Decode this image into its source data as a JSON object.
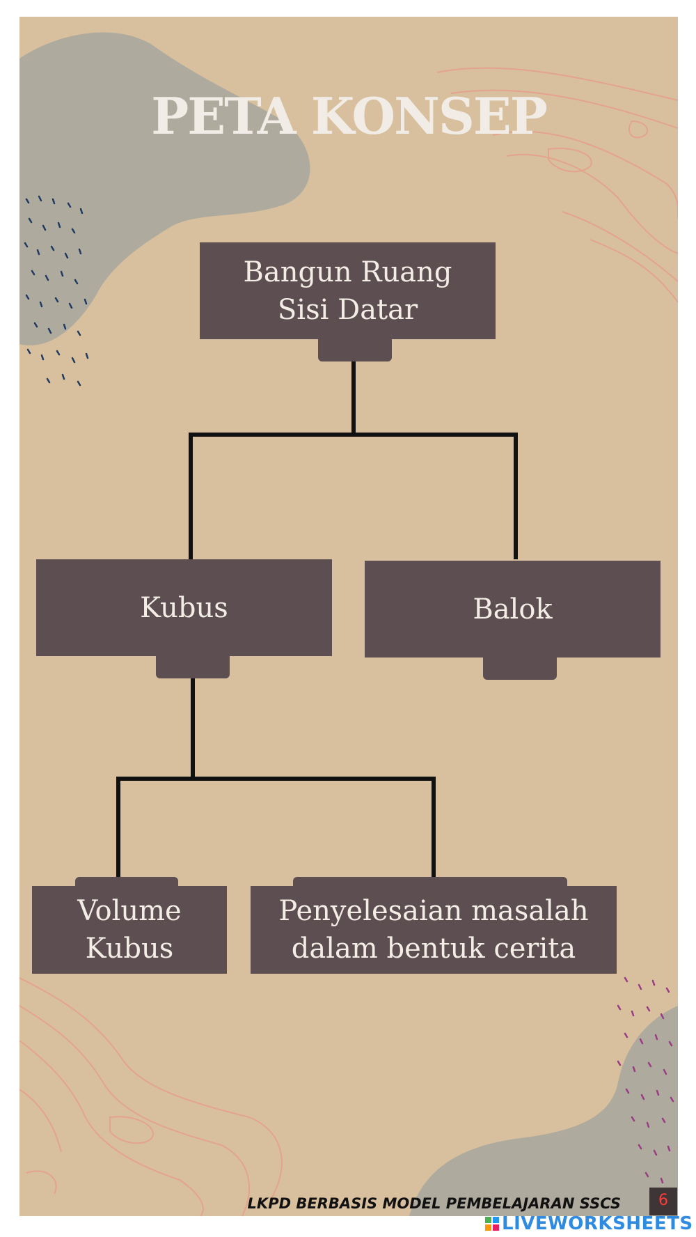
{
  "title": "PETA KONSEP",
  "nodes": {
    "root": "Bangun Ruang\nSisi Datar",
    "kubus": "Kubus",
    "balok": "Balok",
    "volume": "Volume\nKubus",
    "penyelesaian": "Penyelesaian masalah\ndalam bentuk cerita"
  },
  "footer": {
    "text": "LKPD BERBASIS MODEL PEMBELAJARAN SSCS",
    "page_number": "6"
  },
  "watermark": "LIVEWORKSHEETS",
  "colors": {
    "background": "#d8c09e",
    "box": "#5d4f51",
    "box_text": "#f4ede6",
    "connector": "#111111",
    "blob": "#aeaa9e"
  }
}
